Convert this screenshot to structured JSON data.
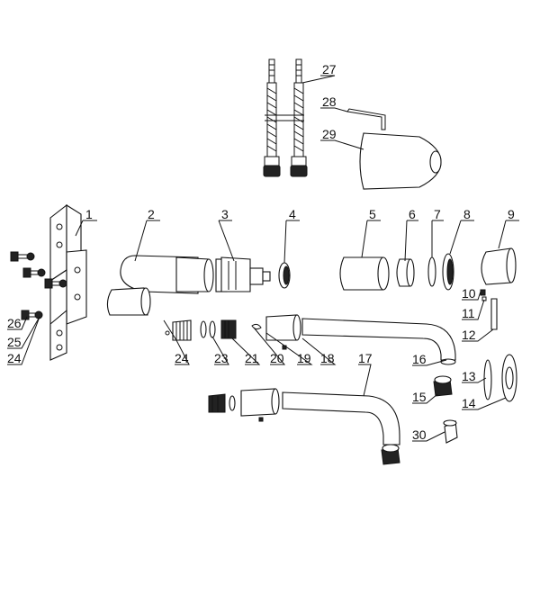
{
  "callouts": {
    "c1": "1",
    "c2": "2",
    "c3": "3",
    "c4": "4",
    "c5": "5",
    "c6": "6",
    "c7": "7",
    "c8": "8",
    "c9": "9",
    "c10": "10",
    "c11": "11",
    "c12": "12",
    "c13": "13",
    "c14": "14",
    "c15": "15",
    "c16": "16",
    "c17": "17",
    "c18": "18",
    "c19": "19",
    "c20": "20",
    "c21": "21",
    "c23": "23",
    "c24a": "24",
    "c24b": "24",
    "c25": "25",
    "c26": "26",
    "c27": "27",
    "c28": "28",
    "c29": "29",
    "c30": "30"
  }
}
